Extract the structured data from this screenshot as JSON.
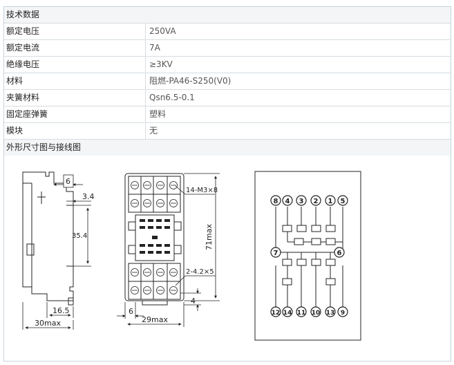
{
  "table": {
    "header": "技术数据",
    "rows": [
      {
        "label": "额定电压",
        "value": "250VA"
      },
      {
        "label": "额定电流",
        "value": "7A"
      },
      {
        "label": "绝缘电压",
        "value": "≥3KV"
      },
      {
        "label": "材料",
        "value": "阻燃-PA46-S250(V0)"
      },
      {
        "label": "夹簧材料",
        "value": "Qsn6.5-0.1"
      },
      {
        "label": "固定座弹簧",
        "value": "塑料"
      },
      {
        "label": "模块",
        "value": "无"
      }
    ],
    "section": "外形尺寸图与接线图"
  },
  "drawing": {
    "side": {
      "dim_top": "6",
      "dim_offset": "3.4",
      "dim_height": "35.4",
      "dim_inner": "16.5",
      "dim_width": "30max"
    },
    "front": {
      "screws": "14-M3×8",
      "holes": "2-4.2×5",
      "dim_height": "71max",
      "dim_left": "6",
      "dim_width": "29max",
      "dim_bottom": "4"
    },
    "wiring": {
      "top_pins": [
        "8",
        "4",
        "3",
        "2",
        "1",
        "5"
      ],
      "mid_left": "7",
      "mid_right": "6",
      "bottom_pins": [
        "12",
        "14",
        "11",
        "10",
        "13",
        "9"
      ]
    }
  }
}
